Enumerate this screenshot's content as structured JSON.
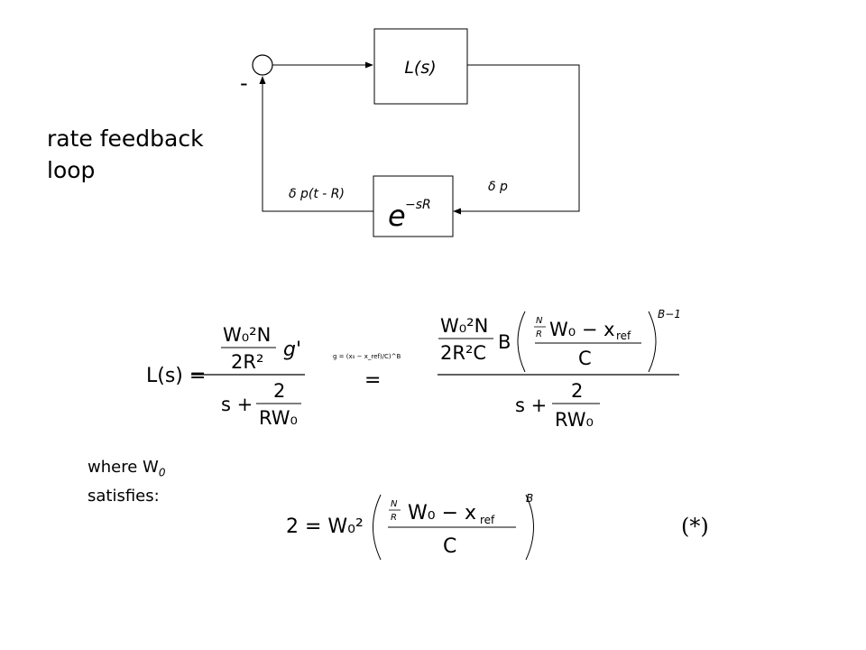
{
  "diagram": {
    "summing_sign": "-",
    "plant_block": "L(s)",
    "delay_block": {
      "base": "e",
      "exponent": "−sR"
    },
    "signal_input": "δ p",
    "signal_delayed": "δ p(t - R)"
  },
  "caption": {
    "line1": "rate feedback",
    "line2": "loop"
  },
  "equation1": {
    "lhs": "L(s) =",
    "g_num": "W₀²N",
    "g_den": "2R²",
    "g_prime": "g'",
    "den_s": "s +",
    "den_num": "2",
    "den_den": "RW₀",
    "g_def": "g = (x₀ − x_ref)/C)^B",
    "equals": "=",
    "rhs_num": "W₀²N",
    "rhs_den": "2R²C",
    "rhs_B": "B",
    "rhs_frac_num": "N",
    "rhs_frac_den": "R",
    "rhs_w0": "W₀ − x",
    "rhs_ref": "ref",
    "rhs_C": "C",
    "rhs_exp": "B−1",
    "rhs_den_s": "s +",
    "rhs_den_num": "2",
    "rhs_den_den": "RW₀"
  },
  "where": {
    "line1": "where W",
    "sub": "0",
    "line2": "satisfies:"
  },
  "equation2": {
    "lhs": "2 = W₀²",
    "frac_num": "N",
    "frac_den": "R",
    "w0": "W₀ − x",
    "ref": "ref",
    "C": "C",
    "exp": "B",
    "tag": "(*)"
  }
}
